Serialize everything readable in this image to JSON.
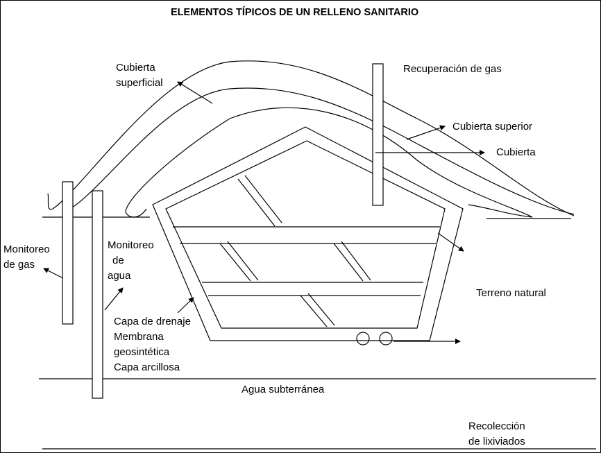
{
  "title": "ELEMENTOS TÍPICOS DE UN RELLENO SANITARIO",
  "labels": {
    "cubierta_superficial": [
      "Cubierta",
      "superficial"
    ],
    "recuperacion_gas": "Recuperación de gas",
    "cubierta_superior": "Cubierta superior",
    "cubierta": "Cubierta",
    "monitoreo_gas": [
      "Monitoreo",
      "de gas"
    ],
    "monitoreo_agua": [
      "Monitoreo",
      "de",
      "agua"
    ],
    "terreno_natural": "Terreno natural",
    "capas": [
      "Capa de drenaje",
      "Membrana",
      "geosintética",
      "Capa arcillosa"
    ],
    "agua_subterranea": "Agua subterránea",
    "recoleccion_lixiviados": [
      "Recolección",
      "de lixiviados"
    ]
  },
  "colors": {
    "line": "#000000",
    "background": "#ffffff"
  }
}
